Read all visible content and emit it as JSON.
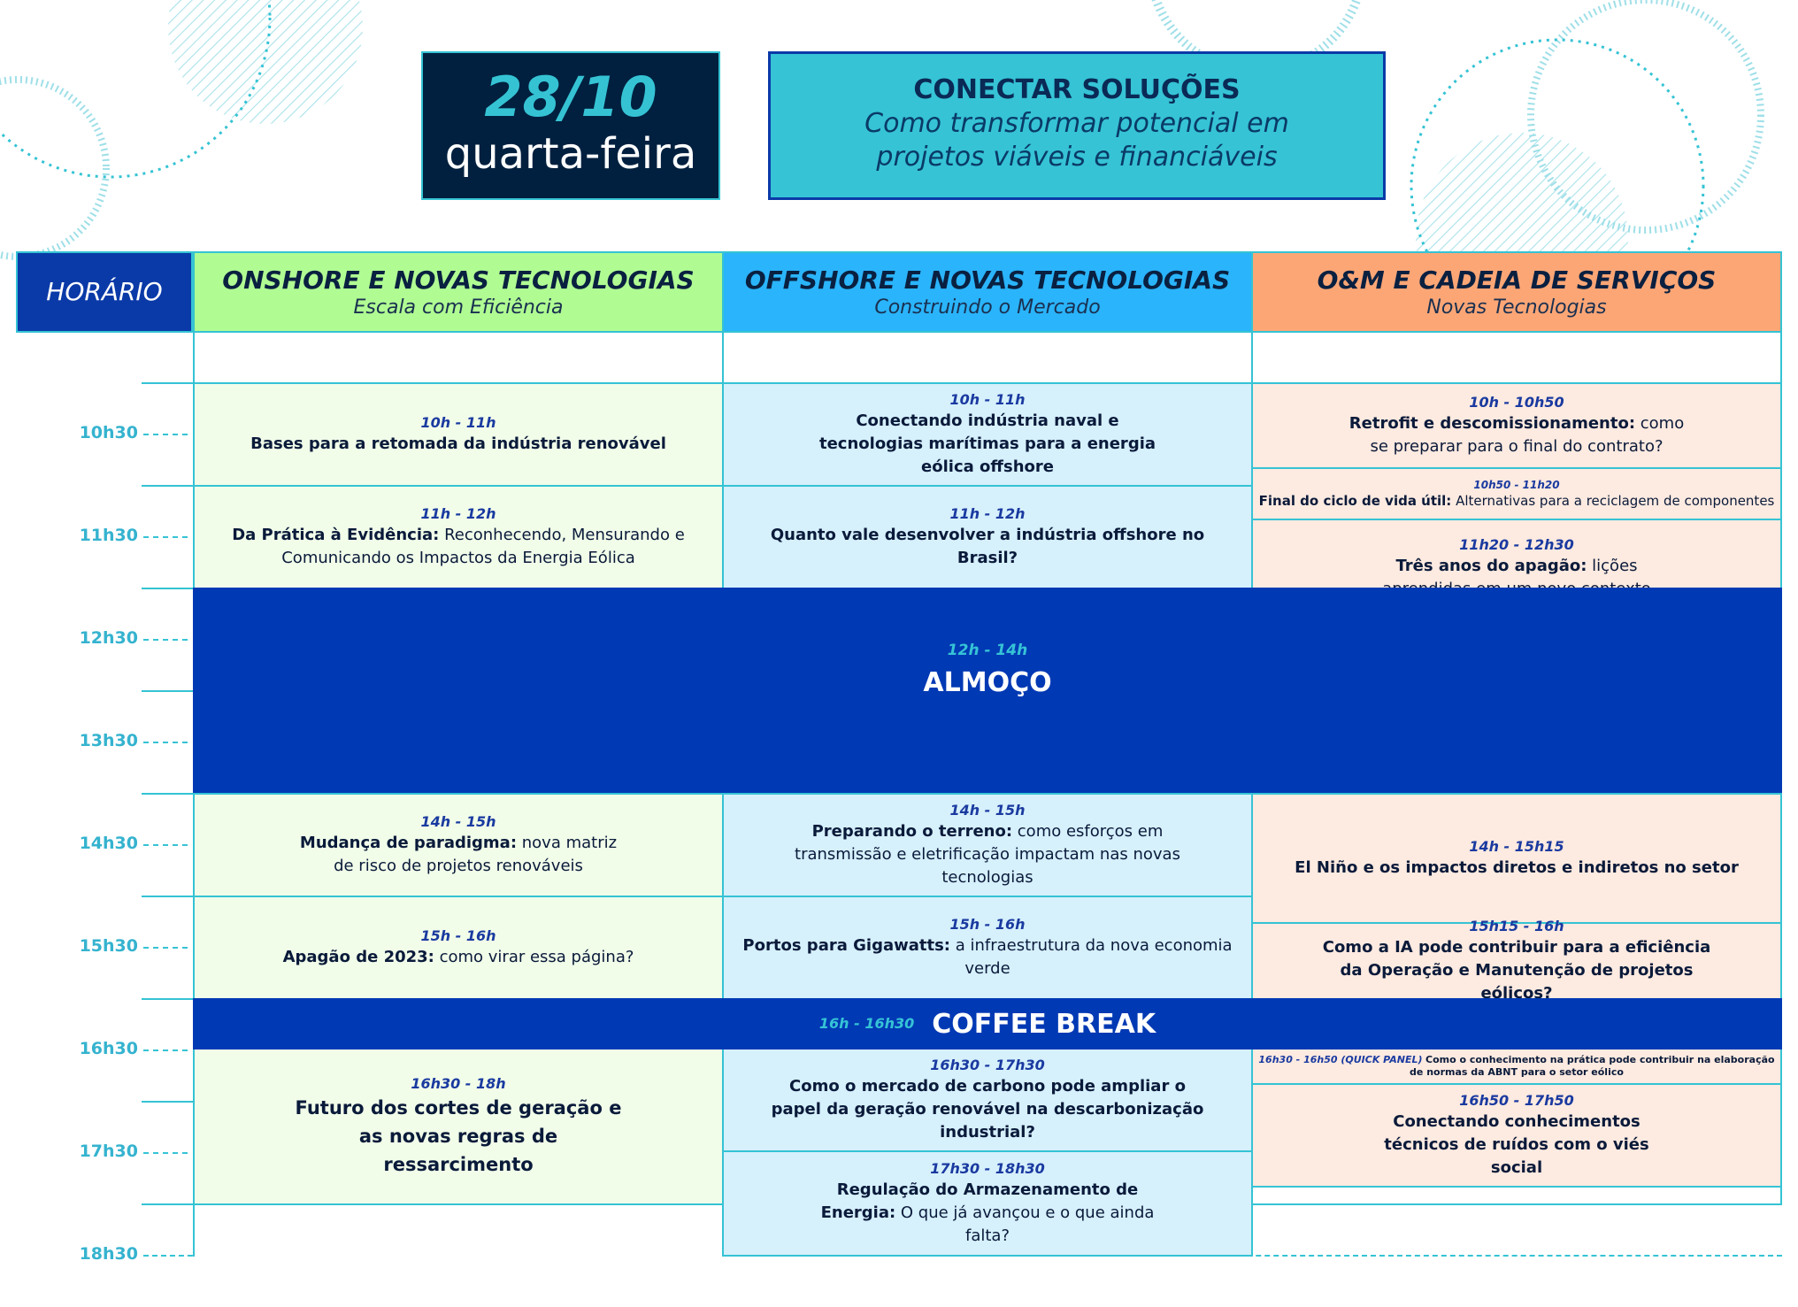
{
  "header": {
    "date": "28/10",
    "weekday": "quarta-feira",
    "theme_title": "CONECTAR SOLUÇÕES",
    "theme_subtitle": "Como transformar potencial em projetos viáveis e financiáveis"
  },
  "columns": {
    "time_header": "HORÁRIO",
    "col1": {
      "title": "ONSHORE E NOVAS TECNOLOGIAS",
      "subtitle": "Escala com Eficiência",
      "color": "#b0fc93"
    },
    "col2": {
      "title": "OFFSHORE E NOVAS TECNOLOGIAS",
      "subtitle": "Construindo o Mercado",
      "color": "#2ab4fb"
    },
    "col3": {
      "title": "O&M E CADEIA DE SERVIÇOS",
      "subtitle": "Novas Tecnologias",
      "color": "#fca676"
    }
  },
  "times": [
    "10h30",
    "11h30",
    "12h30",
    "13h30",
    "14h30",
    "15h30",
    "16h30",
    "17h30",
    "18h30"
  ],
  "sessions": {
    "s1": {
      "time": "10h - 11h",
      "bold": "Bases para a retomada da indústria renovável",
      "rest": ""
    },
    "s2": {
      "time": "11h - 12h",
      "bold": "Da Prática à Evidência:",
      "rest": " Reconhecendo, Mensurando e Comunicando os Impactos da Energia Eólica"
    },
    "s3": {
      "time": "10h - 11h",
      "bold": "Conectando indústria naval e tecnologias marítimas para a energia eólica offshore",
      "rest": ""
    },
    "s4": {
      "time": "11h - 12h",
      "bold": "Quanto vale desenvolver a indústria offshore no Brasil?",
      "rest": ""
    },
    "s5": {
      "time": "10h - 10h50",
      "bold": "Retrofit e descomissionamento:",
      "rest": " como se preparar para o final do contrato?"
    },
    "s6": {
      "time": "10h50 - 11h20",
      "bold": "Final do ciclo de vida útil:",
      "rest": " Alternativas para a reciclagem de componentes"
    },
    "s7": {
      "time": "11h20 - 12h30",
      "bold": "Três anos do apagão:",
      "rest": " lições aprendidas em um novo contexto setorial"
    },
    "lunch": {
      "time": "12h - 14h",
      "title": "ALMOÇO"
    },
    "s8": {
      "time": "14h - 15h",
      "bold": "Mudança de paradigma:",
      "rest": " nova matriz de risco de projetos renováveis"
    },
    "s9": {
      "time": "15h - 16h",
      "bold": "Apagão de 2023:",
      "rest": " como virar essa página?"
    },
    "s10": {
      "time": "14h - 15h",
      "bold": "Preparando o terreno:",
      "rest": " como esforços em transmissão e eletrificação impactam nas novas tecnologias"
    },
    "s11": {
      "time": "15h - 16h",
      "bold": "Portos para Gigawatts:",
      "rest": " a infraestrutura da nova economia verde"
    },
    "s12": {
      "time": "14h - 15h15",
      "bold": "El Niño e os impactos diretos e indiretos no setor",
      "rest": ""
    },
    "s13": {
      "time": "15h15 - 16h",
      "bold": "Como a IA pode contribuir para a eficiência da Operação e Manutenção de projetos eólicos?",
      "rest": ""
    },
    "coffee": {
      "time": "16h - 16h30",
      "title": "COFFEE BREAK"
    },
    "s14": {
      "time": "16h30 - 18h",
      "bold": "Futuro dos cortes de geração e as novas regras de ressarcimento",
      "rest": ""
    },
    "s15": {
      "time": "16h30 - 17h30",
      "bold": "Como o mercado de carbono pode ampliar o papel da geração renovável na descarbonização industrial?",
      "rest": ""
    },
    "s16": {
      "time": "17h30 - 18h30",
      "bold": "Regulação do Armazenamento de Energia:",
      "rest": " O que já avançou e o que ainda falta?"
    },
    "s17": {
      "time": "16h30 - 16h50 (QUICK PANEL)",
      "bold": "Como o conhecimento na prática pode contribuir na elaboração de normas da ABNT para o setor eólico",
      "rest": ""
    },
    "s18": {
      "time": "16h50 - 17h50",
      "bold": "Conectando conhecimentos técnicos de ruídos com o viés social",
      "rest": ""
    }
  }
}
